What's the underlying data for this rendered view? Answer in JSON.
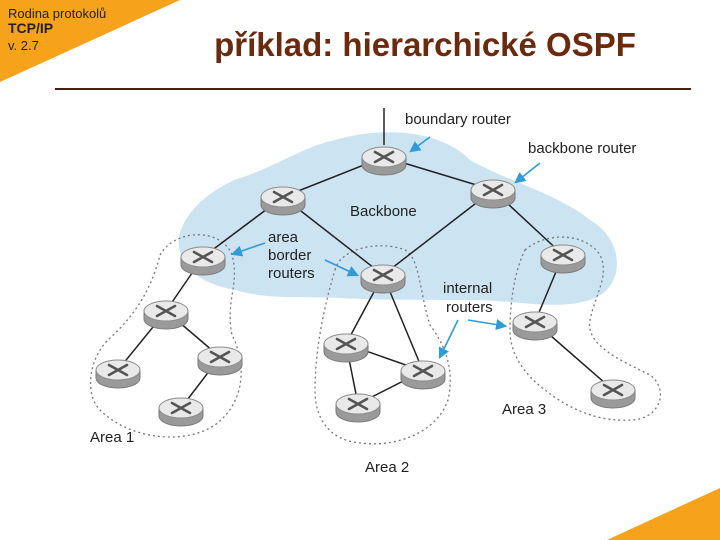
{
  "header": {
    "course_line1": "Rodina protokolů",
    "course_line2": "TCP/IP",
    "version": "v. 2.7",
    "title": "příklad: hierarchické OSPF"
  },
  "diagram": {
    "labels": {
      "boundary_router": "boundary router",
      "backbone_router": "backbone router",
      "backbone": "Backbone",
      "abr_line1": "area",
      "abr_line2": "border",
      "abr_line3": "routers",
      "internal_line1": "internal",
      "internal_line2": "routers",
      "area1": "Area 1",
      "area2": "Area 2",
      "area3": "Area 3"
    },
    "colors": {
      "accent": "#f7a21b",
      "backbone_fill": "#cce3f2",
      "arrow": "#2f9bd8"
    },
    "routers": [
      {
        "id": "boundary",
        "role": "boundary router"
      },
      {
        "id": "bb_left",
        "role": "backbone router"
      },
      {
        "id": "bb_right",
        "role": "backbone router"
      },
      {
        "id": "abr_area1",
        "role": "area border router"
      },
      {
        "id": "abr_area2",
        "role": "area border router"
      },
      {
        "id": "abr_area3",
        "role": "area border router"
      },
      {
        "id": "a1_r1",
        "role": "internal router"
      },
      {
        "id": "a1_r2",
        "role": "internal router"
      },
      {
        "id": "a1_r3",
        "role": "internal router"
      },
      {
        "id": "a1_r4",
        "role": "internal router"
      },
      {
        "id": "a2_r1",
        "role": "internal router"
      },
      {
        "id": "a2_r2",
        "role": "internal router"
      },
      {
        "id": "a2_r3",
        "role": "internal router"
      },
      {
        "id": "a3_r1",
        "role": "internal router"
      },
      {
        "id": "a3_r2",
        "role": "internal router"
      }
    ],
    "links": [
      [
        "boundary",
        "bb_left"
      ],
      [
        "boundary",
        "bb_right"
      ],
      [
        "bb_left",
        "abr_area1"
      ],
      [
        "bb_left",
        "abr_area2"
      ],
      [
        "bb_right",
        "abr_area2"
      ],
      [
        "bb_right",
        "abr_area3"
      ],
      [
        "abr_area1",
        "a1_r1"
      ],
      [
        "a1_r1",
        "a1_r2"
      ],
      [
        "a1_r1",
        "a1_r3"
      ],
      [
        "a1_r3",
        "a1_r4"
      ],
      [
        "abr_area2",
        "a2_r1"
      ],
      [
        "abr_area2",
        "a2_r2"
      ],
      [
        "a2_r1",
        "a2_r2"
      ],
      [
        "a2_r1",
        "a2_r3"
      ],
      [
        "a2_r3",
        "a2_r2"
      ],
      [
        "abr_area3",
        "a3_r1"
      ],
      [
        "a3_r1",
        "a3_r2"
      ]
    ]
  }
}
